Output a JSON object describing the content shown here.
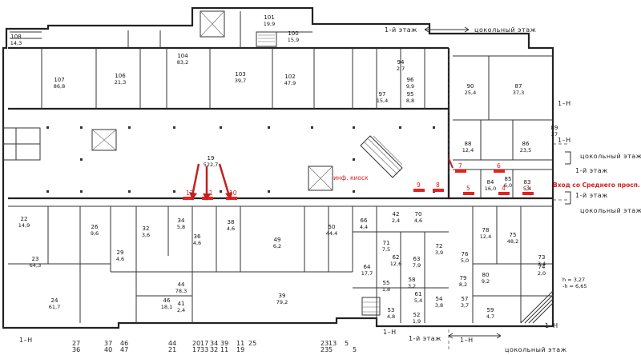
{
  "floor_labels": {
    "first_floor": "1-й этаж",
    "basement_floor": "цокольный этаж",
    "section_label": "1–Н"
  },
  "annotations": {
    "info_kiosk": "инф. киоск",
    "entrance": "Вход со Среднего просп.",
    "height_note_1": "h = 3,27",
    "height_note_2": "-h = 6,65"
  },
  "red_markers": [
    "12",
    "11",
    "10",
    "9",
    "8",
    "7",
    "6",
    "5",
    "4",
    "3"
  ],
  "rooms": [
    {
      "n": "108",
      "a": "14,3"
    },
    {
      "n": "107",
      "a": "86,8"
    },
    {
      "n": "106",
      "a": "21,3"
    },
    {
      "n": "104",
      "a": "83,2"
    },
    {
      "n": "103",
      "a": "39,7"
    },
    {
      "n": "102",
      "a": "47,9"
    },
    {
      "n": "101",
      "a": "19,9"
    },
    {
      "n": "100",
      "a": "15,9"
    },
    {
      "n": "97",
      "a": "15,4"
    },
    {
      "n": "96",
      "a": "9,9"
    },
    {
      "n": "95",
      "a": "8,8"
    },
    {
      "n": "94",
      "a": "2,7"
    },
    {
      "n": "90",
      "a": "25,4"
    },
    {
      "n": "87",
      "a": "37,3"
    },
    {
      "n": "89",
      "a": "27"
    },
    {
      "n": "88",
      "a": "12,4"
    },
    {
      "n": "86",
      "a": "23,5"
    },
    {
      "n": "19",
      "a": "522,7"
    },
    {
      "n": "84",
      "a": "16,0"
    },
    {
      "n": "83",
      "a": "5,4"
    },
    {
      "n": "85",
      "a": "6,0"
    },
    {
      "n": "22",
      "a": "14,9"
    },
    {
      "n": "23",
      "a": "64,3"
    },
    {
      "n": "24",
      "a": "61,7"
    },
    {
      "n": "26",
      "a": "9,6"
    },
    {
      "n": "29",
      "a": "4,6"
    },
    {
      "n": "32",
      "a": "3,6"
    },
    {
      "n": "34",
      "a": "5,8"
    },
    {
      "n": "36",
      "a": "4,6"
    },
    {
      "n": "38",
      "a": "4,6"
    },
    {
      "n": "49",
      "a": "6,2"
    },
    {
      "n": "50",
      "a": "44,4"
    },
    {
      "n": "46",
      "a": "18,1"
    },
    {
      "n": "39",
      "a": "79,2"
    },
    {
      "n": "44",
      "a": "78,3"
    },
    {
      "n": "41",
      "a": "2,4"
    },
    {
      "n": "42",
      "a": "2,4"
    },
    {
      "n": "70",
      "a": "4,6"
    },
    {
      "n": "71",
      "a": "7,5"
    },
    {
      "n": "64",
      "a": "17,7"
    },
    {
      "n": "62",
      "a": "12,6"
    },
    {
      "n": "63",
      "a": "7,9"
    },
    {
      "n": "72",
      "a": "3,9"
    },
    {
      "n": "76",
      "a": "5,0"
    },
    {
      "n": "78",
      "a": "12,4"
    },
    {
      "n": "75",
      "a": "48,2"
    },
    {
      "n": "73",
      "a": "3,4"
    },
    {
      "n": "74",
      "a": "2,0"
    },
    {
      "n": "79",
      "a": "8,2"
    },
    {
      "n": "80",
      "a": "9,2"
    },
    {
      "n": "58",
      "a": "3,2"
    },
    {
      "n": "55",
      "a": "1,8"
    },
    {
      "n": "61",
      "a": "5,4"
    },
    {
      "n": "53",
      "a": "4,8"
    },
    {
      "n": "52",
      "a": "1,9"
    },
    {
      "n": "54",
      "a": "3,8"
    },
    {
      "n": "57",
      "a": "3,7"
    },
    {
      "n": "59",
      "a": "4,7"
    },
    {
      "n": "66",
      "a": "4,4"
    }
  ],
  "bottom_axis": [
    "27",
    "36",
    "37",
    "40",
    "46",
    "47",
    "44",
    "21",
    "20",
    "17",
    "17",
    "33",
    "34",
    "32",
    "39",
    "11",
    "11",
    "19",
    "25",
    "23",
    "23",
    "13",
    "5",
    "5",
    "5"
  ]
}
